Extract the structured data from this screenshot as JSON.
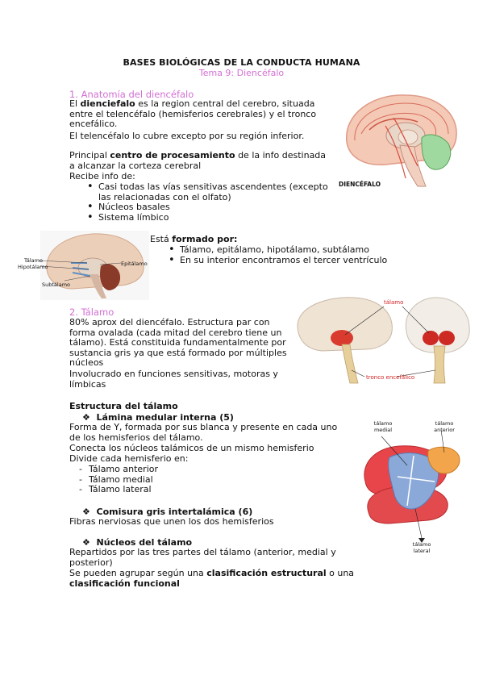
{
  "header": {
    "title": "BASES BIOLÓGICAS DE LA CONDUCTA HUMANA",
    "subtitle": "Tema 9: Diencéfalo"
  },
  "section1": {
    "heading": "1. Anatomía del diencéfalo",
    "p1_pre": "El ",
    "p1_bold": "dienciefalo",
    "p1_post": " es la region central del cerebro, situada entre el telencéfalo (hemisferios cerebrales) y el tronco encefálico.",
    "p2": "El telencéfalo lo cubre excepto por su región inferior.",
    "p3_pre": "Principal ",
    "p3_bold": "centro de procesamiento",
    "p3_post": " de la info destinada a alcanzar la corteza cerebral",
    "p4": "Recibe info de:",
    "bullets": [
      "Casi todas las vías sensitivas ascendentes (excepto las relacionadas con el olfato)",
      "Núcleos basales",
      "Sistema límbico"
    ],
    "formed_pre": "Está ",
    "formed_bold": "formado por:",
    "formed_bullets": [
      "Tálamo, epitálamo, hipotálamo, subtálamo",
      "En su interior encontramos el tercer ventrículo"
    ],
    "figure1_label": "DIENCÉFALO",
    "figure2_labels": {
      "talamo": "Tálamo",
      "hipotalamo": "Hipotálamo",
      "subtalamo": "Subtálamo",
      "epitalamo": "Epitálamo"
    }
  },
  "section2": {
    "heading": "2. Tálamo",
    "p1": "80% aprox del diencéfalo. Estructura par con forma ovalada (cada mitad del cerebro tiene un tálamo). Está constituida fundamentalmente por sustancia gris ya que está formado por múltiples núcleos",
    "p2": "Involucrado en funciones sensitivas, motoras y límbicas",
    "figure_labels": {
      "talamo": "tálamo",
      "tronco": "tronco encefálico"
    }
  },
  "structure": {
    "heading": "Estructura del tálamo",
    "lamina_title": "Lámina medular interna (5)",
    "lamina_p1": "Forma de Y, formada por sus blanca y presente en cada uno de los hemisferios del tálamo.",
    "lamina_p2": "Conecta los núcleos talámicos de un mismo hemisferio",
    "lamina_p3": "Divide cada hemisferio en:",
    "lamina_items": [
      "Tálamo anterior",
      "Tálamo medial",
      "Tálamo lateral"
    ],
    "comisura_title": "Comisura gris intertalámica (6)",
    "comisura_p": "Fibras nerviosas que unen los dos hemisferios",
    "nucleos_title": "Núcleos del tálamo",
    "nucleos_p1": "Repartidos por las tres partes del tálamo (anterior, medial y posterior)",
    "nucleos_p2_pre": "Se pueden agrupar según una ",
    "nucleos_p2_bold1": "clasificación estructural",
    "nucleos_p2_mid": " o una ",
    "nucleos_p2_bold2": "clasificación funcional",
    "figure_labels": {
      "medial": "tálamo medial",
      "anterior": "tálamo anterior",
      "lateral": "tálamo lateral"
    }
  }
}
